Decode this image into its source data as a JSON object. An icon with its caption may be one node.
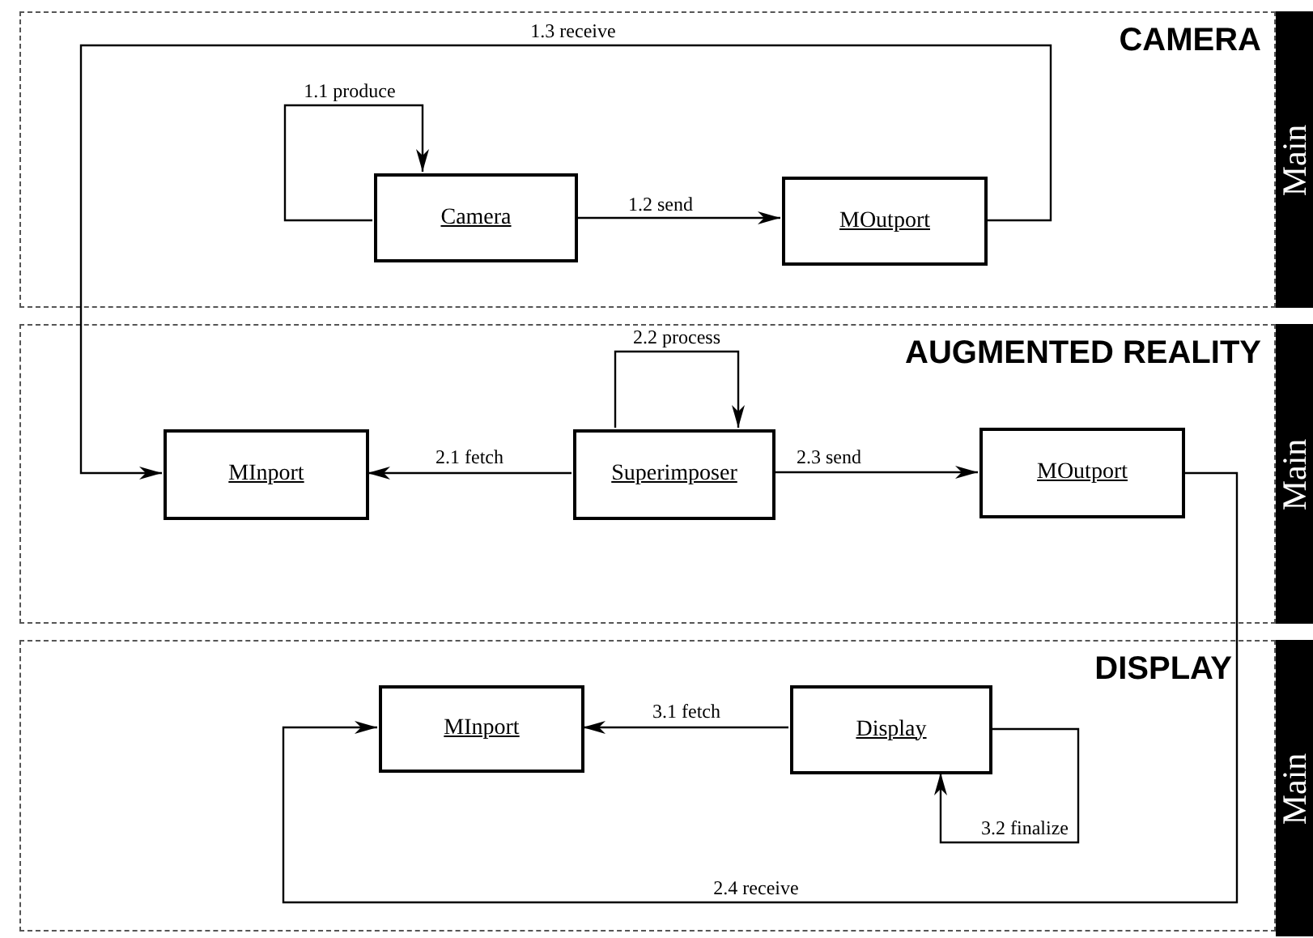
{
  "diagram": {
    "nodes": [
      {
        "text": [
          "CAMERA"
        ]
      },
      {
        "text": [
          "Camera"
        ],
        "in": 0
      },
      {
        "text": [
          "MOutport"
        ],
        "in": 0
      },
      {
        "text": [
          "Main"
        ]
      },
      {
        "text": [
          "AUGMENTED REALITY"
        ]
      },
      {
        "text": [
          "MInport"
        ],
        "in": 4
      },
      {
        "text": [
          "Superimposer"
        ],
        "in": 4
      },
      {
        "text": [
          "MOutport"
        ],
        "in": 4
      },
      {
        "text": [
          "Main"
        ]
      },
      {
        "text": [
          "DISPLAY"
        ]
      },
      {
        "text": [
          "MInport"
        ],
        "in": 9
      },
      {
        "text": [
          "Display"
        ],
        "in": 9
      },
      {
        "text": [
          "Main"
        ]
      }
    ],
    "edges": [
      {
        "from": 1,
        "to": 1,
        "arrow": "to",
        "label": "1.1 produce"
      },
      {
        "from": 1,
        "to": 2,
        "arrow": "to",
        "label": "1.2 send"
      },
      {
        "from": 2,
        "to": 5,
        "arrow": "to",
        "label": "1.3 receive"
      },
      {
        "from": 6,
        "to": 5,
        "arrow": "to",
        "label": "2.1 fetch"
      },
      {
        "from": 6,
        "to": 6,
        "arrow": "to",
        "label": "2.2 process"
      },
      {
        "from": 6,
        "to": 7,
        "arrow": "to",
        "label": "2.3 send"
      },
      {
        "from": 7,
        "to": 10,
        "arrow": "to",
        "label": "2.4 receive"
      },
      {
        "from": 11,
        "to": 10,
        "arrow": "to",
        "label": "3.1 fetch"
      },
      {
        "from": 11,
        "to": 11,
        "arrow": "to",
        "label": "3.2 finalize"
      }
    ]
  }
}
